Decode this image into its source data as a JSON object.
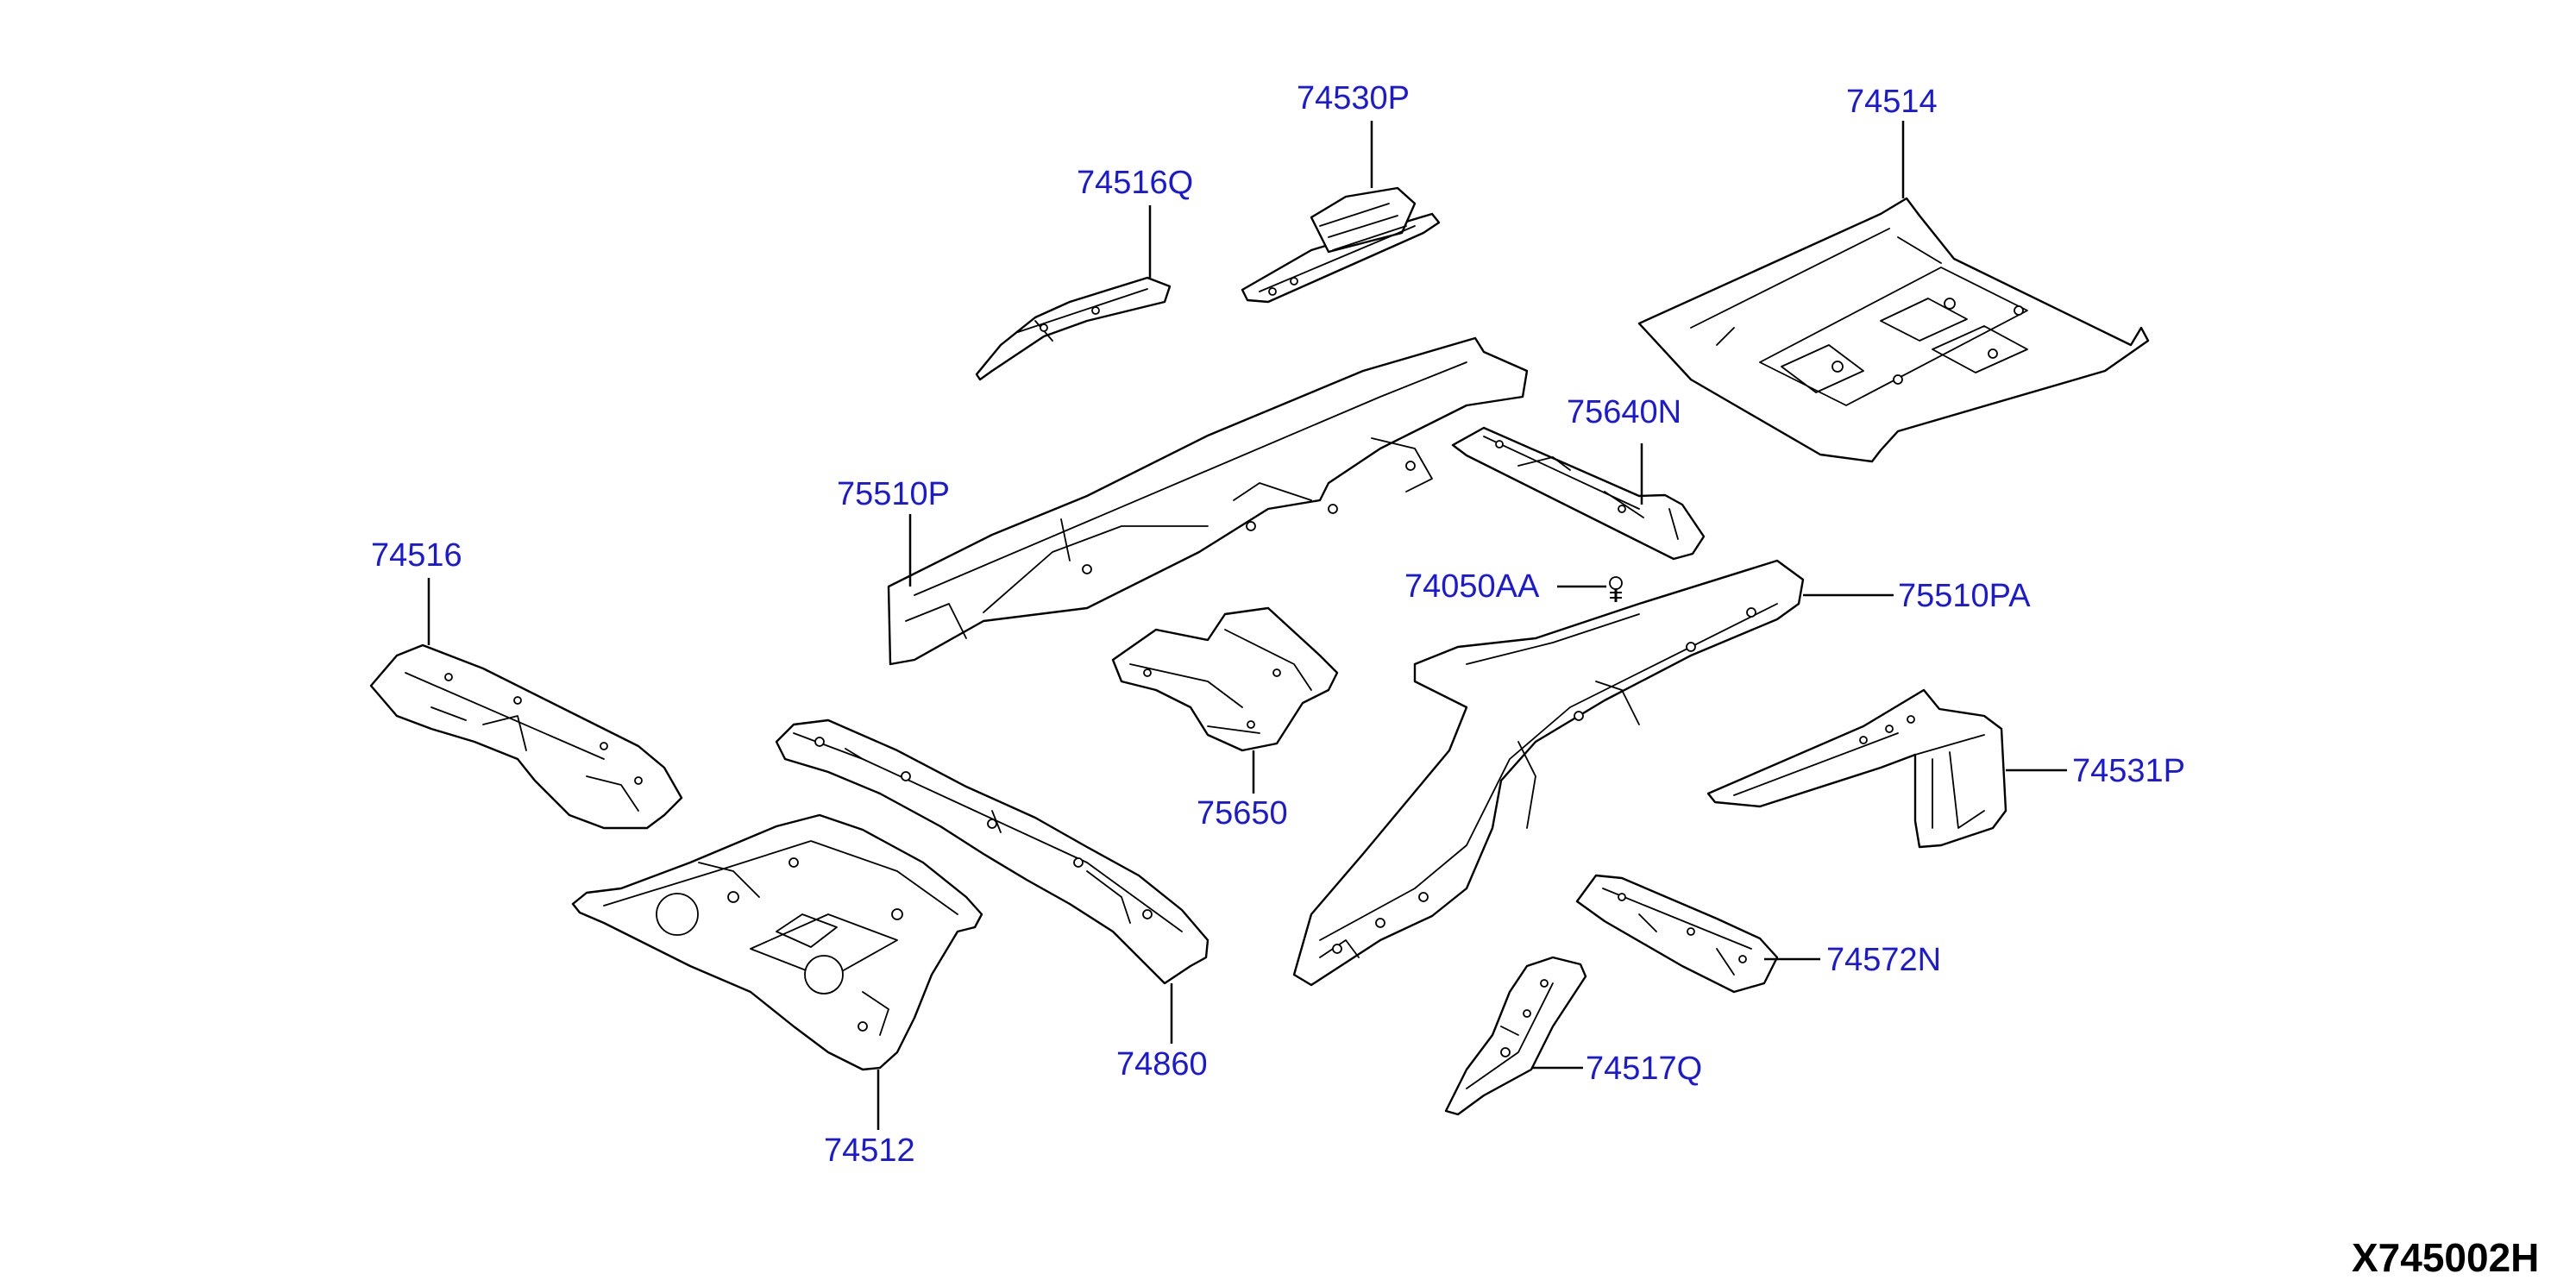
{
  "diagram": {
    "drawing_id": "X745002H",
    "colors": {
      "label": "#1a1ad6",
      "line": "#000000",
      "background": "#ffffff"
    },
    "parts": [
      {
        "id": "p74530P",
        "label": "74530P"
      },
      {
        "id": "p74514",
        "label": "74514"
      },
      {
        "id": "p74516Q",
        "label": "74516Q"
      },
      {
        "id": "p75640N",
        "label": "75640N"
      },
      {
        "id": "p75510P",
        "label": "75510P"
      },
      {
        "id": "p74516",
        "label": "74516"
      },
      {
        "id": "p74050AA",
        "label": "74050AA"
      },
      {
        "id": "p75510PA",
        "label": "75510PA"
      },
      {
        "id": "p74531P",
        "label": "74531P"
      },
      {
        "id": "p75650",
        "label": "75650"
      },
      {
        "id": "p74572N",
        "label": "74572N"
      },
      {
        "id": "p74860",
        "label": "74860"
      },
      {
        "id": "p74517Q",
        "label": "74517Q"
      },
      {
        "id": "p74512",
        "label": "74512"
      }
    ]
  }
}
